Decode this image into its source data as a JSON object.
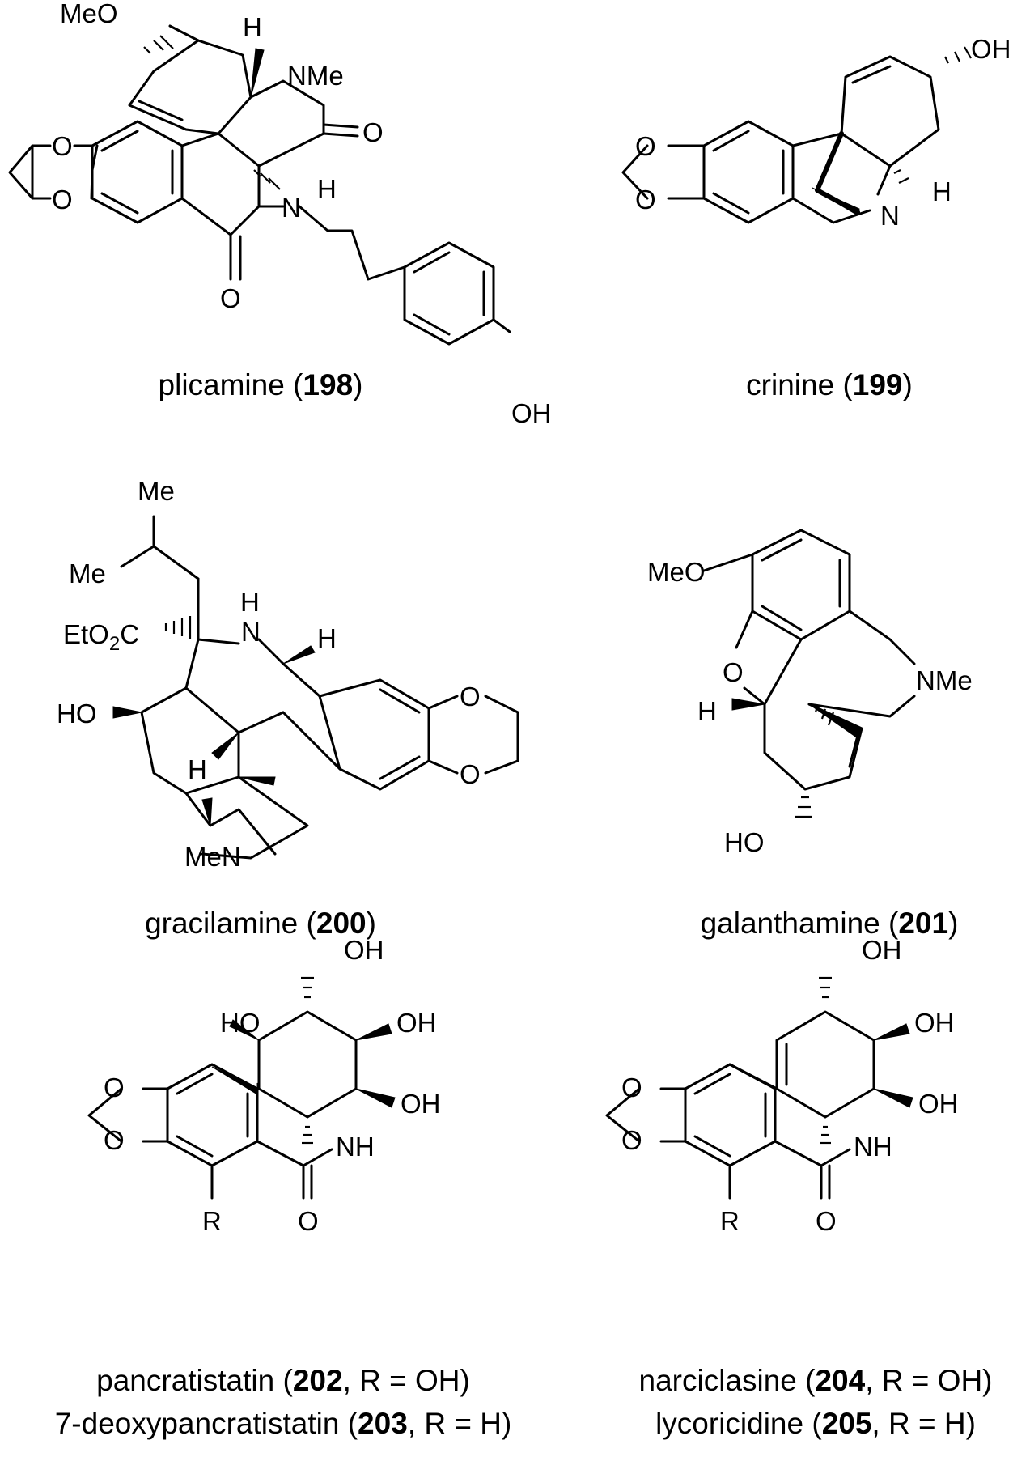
{
  "compounds": [
    {
      "name": "plicamine",
      "number": "198",
      "rest": ""
    },
    {
      "name": "crinine",
      "number": "199",
      "rest": ""
    },
    {
      "name": "gracilamine",
      "number": "200",
      "rest": ""
    },
    {
      "name": "galanthamine",
      "number": "201",
      "rest": ""
    },
    {
      "name": "pancratistatin",
      "number": "202",
      "rest": ", R = OH"
    },
    {
      "name": "7-deoxypancratistatin",
      "number": "203",
      "rest": ", R = H"
    },
    {
      "name": "narciclasine",
      "number": "204",
      "rest": ", R = OH"
    },
    {
      "name": "lycoricidine",
      "number": "205",
      "rest": ", R = H"
    }
  ],
  "atom_labels": {
    "plicamine": {
      "meo": "MeO",
      "h_top": "H",
      "nme": "NMe",
      "o_ketone": "O",
      "o1": "O",
      "o2": "O",
      "h_alpha": "H",
      "n": "N",
      "o_amide": "O",
      "oh": "OH"
    },
    "crinine": {
      "oh": "OH",
      "o1": "O",
      "o2": "O",
      "h": "H",
      "n": "N"
    },
    "gracilamine": {
      "me_top": "Me",
      "me_left": "Me",
      "eto2c": "EtO",
      "eto2c_sub": "2",
      "eto2c_tail": "C",
      "h_nh": "H",
      "n": "N",
      "h_right": "H",
      "ho": "HO",
      "h_ring": "H",
      "o1": "O",
      "o2": "O",
      "men": "MeN"
    },
    "galanthamine": {
      "meo": "MeO",
      "o": "O",
      "nme": "NMe",
      "h": "H",
      "ho": "HO"
    },
    "pancratistatin": {
      "oh_top": "OH",
      "ho_left": "HO",
      "oh_right": "OH",
      "oh_lower": "OH",
      "o1": "O",
      "o2": "O",
      "nh": "NH",
      "r": "R",
      "o_carbonyl": "O"
    },
    "narciclasine": {
      "oh_top": "OH",
      "oh_right": "OH",
      "oh_lower": "OH",
      "o1": "O",
      "o2": "O",
      "nh": "NH",
      "r": "R",
      "o_carbonyl": "O"
    }
  }
}
